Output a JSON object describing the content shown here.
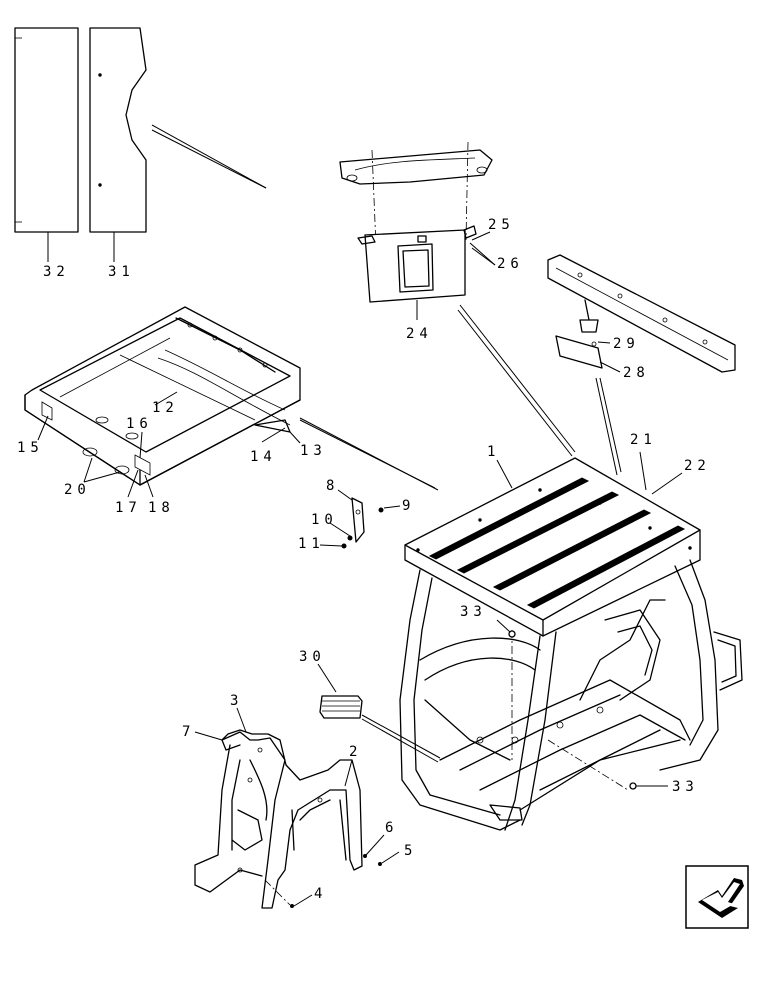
{
  "callouts": {
    "c1": "1",
    "c2": "2",
    "c3": "3",
    "c4": "4",
    "c5": "5",
    "c6": "6",
    "c7": "7",
    "c8": "8",
    "c9": "9",
    "c10": "10",
    "c11": "11",
    "c12": "12",
    "c13": "13",
    "c14": "14",
    "c15": "15",
    "c16": "16",
    "c17": "17",
    "c18": "18",
    "c20": "20",
    "c21": "21",
    "c22": "22",
    "c24": "24",
    "c25": "25",
    "c26": "26",
    "c28": "28",
    "c29": "29",
    "c30": "30",
    "c31": "31",
    "c32": "32",
    "c33a": "33",
    "c33b": "33"
  },
  "navigation": {
    "icon": "next-page-arrow-icon"
  }
}
